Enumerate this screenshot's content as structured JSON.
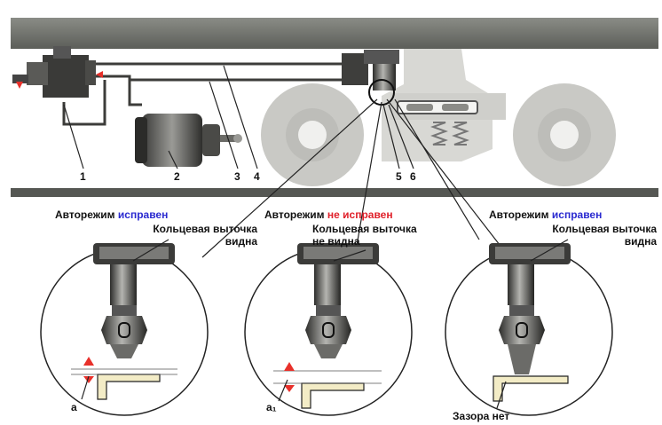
{
  "callout_numbers": [
    "1",
    "2",
    "3",
    "4",
    "5",
    "6"
  ],
  "panels": [
    {
      "title_prefix": "Авторежим",
      "status": "исправен",
      "status_color": "#2a2ad0",
      "line1": "Кольцевая выточка",
      "line2": "видна",
      "gap_label": "а"
    },
    {
      "title_prefix": "Авторежим",
      "status": "не исправен",
      "status_color": "#e0202a",
      "line1": "Кольцевая выточка",
      "line2": "не видна",
      "gap_label": "а₁"
    },
    {
      "title_prefix": "Авторежим",
      "status": "исправен",
      "status_color": "#2a2ad0",
      "line1": "Кольцевая выточка",
      "line2": "видна",
      "bottom_label": "Зазора нет"
    }
  ],
  "colors": {
    "frame": "#6e706b",
    "bogie": "#d6d6d2",
    "rail": "#555753",
    "plate": "#f3ecc6",
    "arrow": "#e8302a"
  }
}
